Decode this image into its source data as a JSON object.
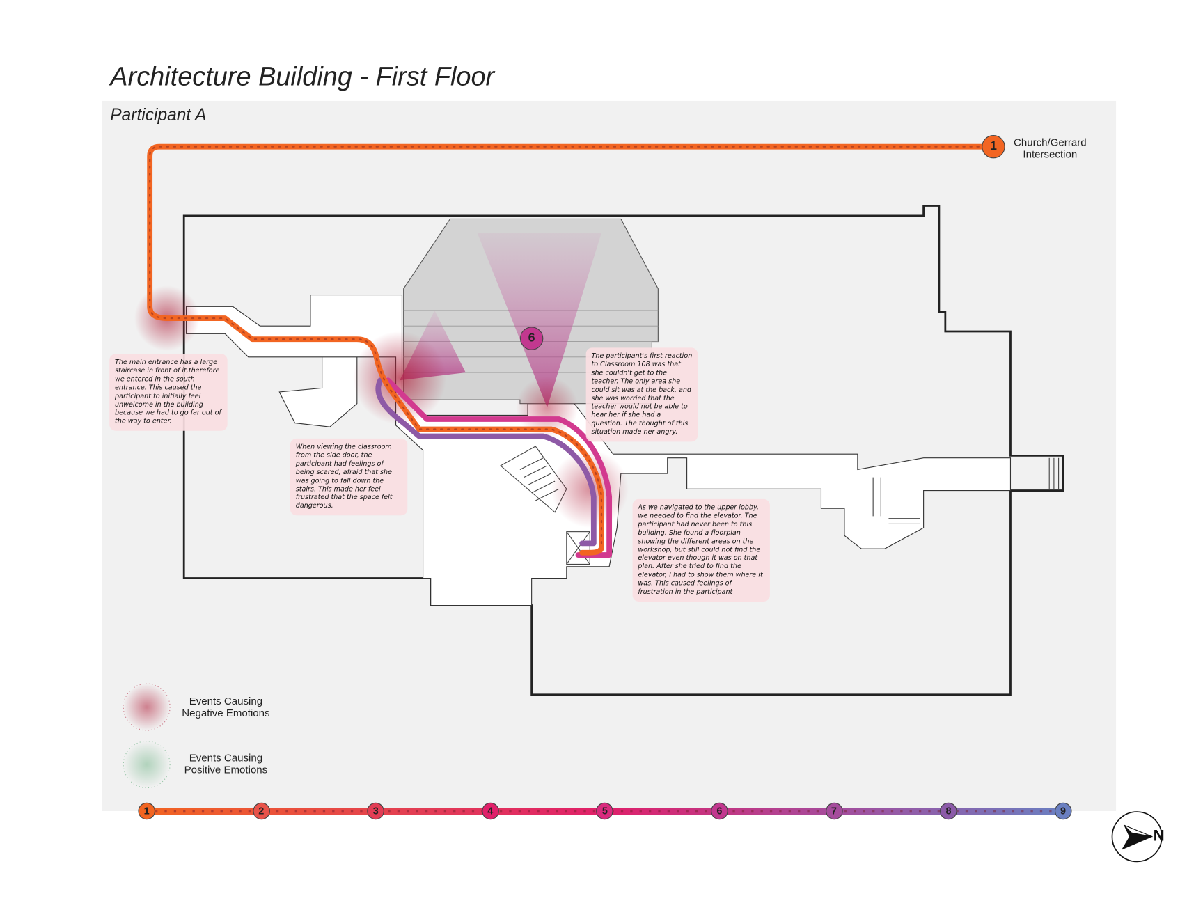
{
  "title": "Architecture Building - First Floor",
  "subtitle": "Participant A",
  "start_marker": {
    "number": "1",
    "label_line1": "Church/Gerrard",
    "label_line2": "Intersection"
  },
  "classroom_marker": "6",
  "notes": [
    "The main entrance has a large staircase in front of it,therefore we entered in the south entrance. This caused the participant to initially feel unwelcome in the building because we had to go far out of the way to enter.",
    "When viewing the classroom from the side door, the participant had feelings of being scared, afraid that she was going to fall down the stairs. This made her feel frustrated that the space felt dangerous.",
    "The participant's first reaction to Classroom 108 was that she couldn't get to the teacher. The only area she could sit was at the back, and she was worried that the teacher would not be able to hear her if she had a question. The thought of this situation made her angry.",
    "As we navigated to the upper lobby, we needed to find the elevator. The participant had never been to this building. She found a floorplan showing the different areas on the workshop, but still could not find the elevator even though it was on that plan. After she tried to find the elevator, I had to show them where it was. This caused feelings of frustration in the participant"
  ],
  "legend": {
    "negative_line1": "Events Causing",
    "negative_line2": "Negative Emotions",
    "positive_line1": "Events Causing",
    "positive_line2": "Positive Emotions"
  },
  "timeline": [
    {
      "n": "1",
      "color": "#f26522"
    },
    {
      "n": "2",
      "color": "#e8534a"
    },
    {
      "n": "3",
      "color": "#e23d55"
    },
    {
      "n": "4",
      "color": "#e0206a"
    },
    {
      "n": "5",
      "color": "#d92a7e"
    },
    {
      "n": "6",
      "color": "#c2388f"
    },
    {
      "n": "7",
      "color": "#a54c9c"
    },
    {
      "n": "8",
      "color": "#8c5ba8"
    },
    {
      "n": "9",
      "color": "#6a7fc1"
    }
  ],
  "north_label": "N"
}
